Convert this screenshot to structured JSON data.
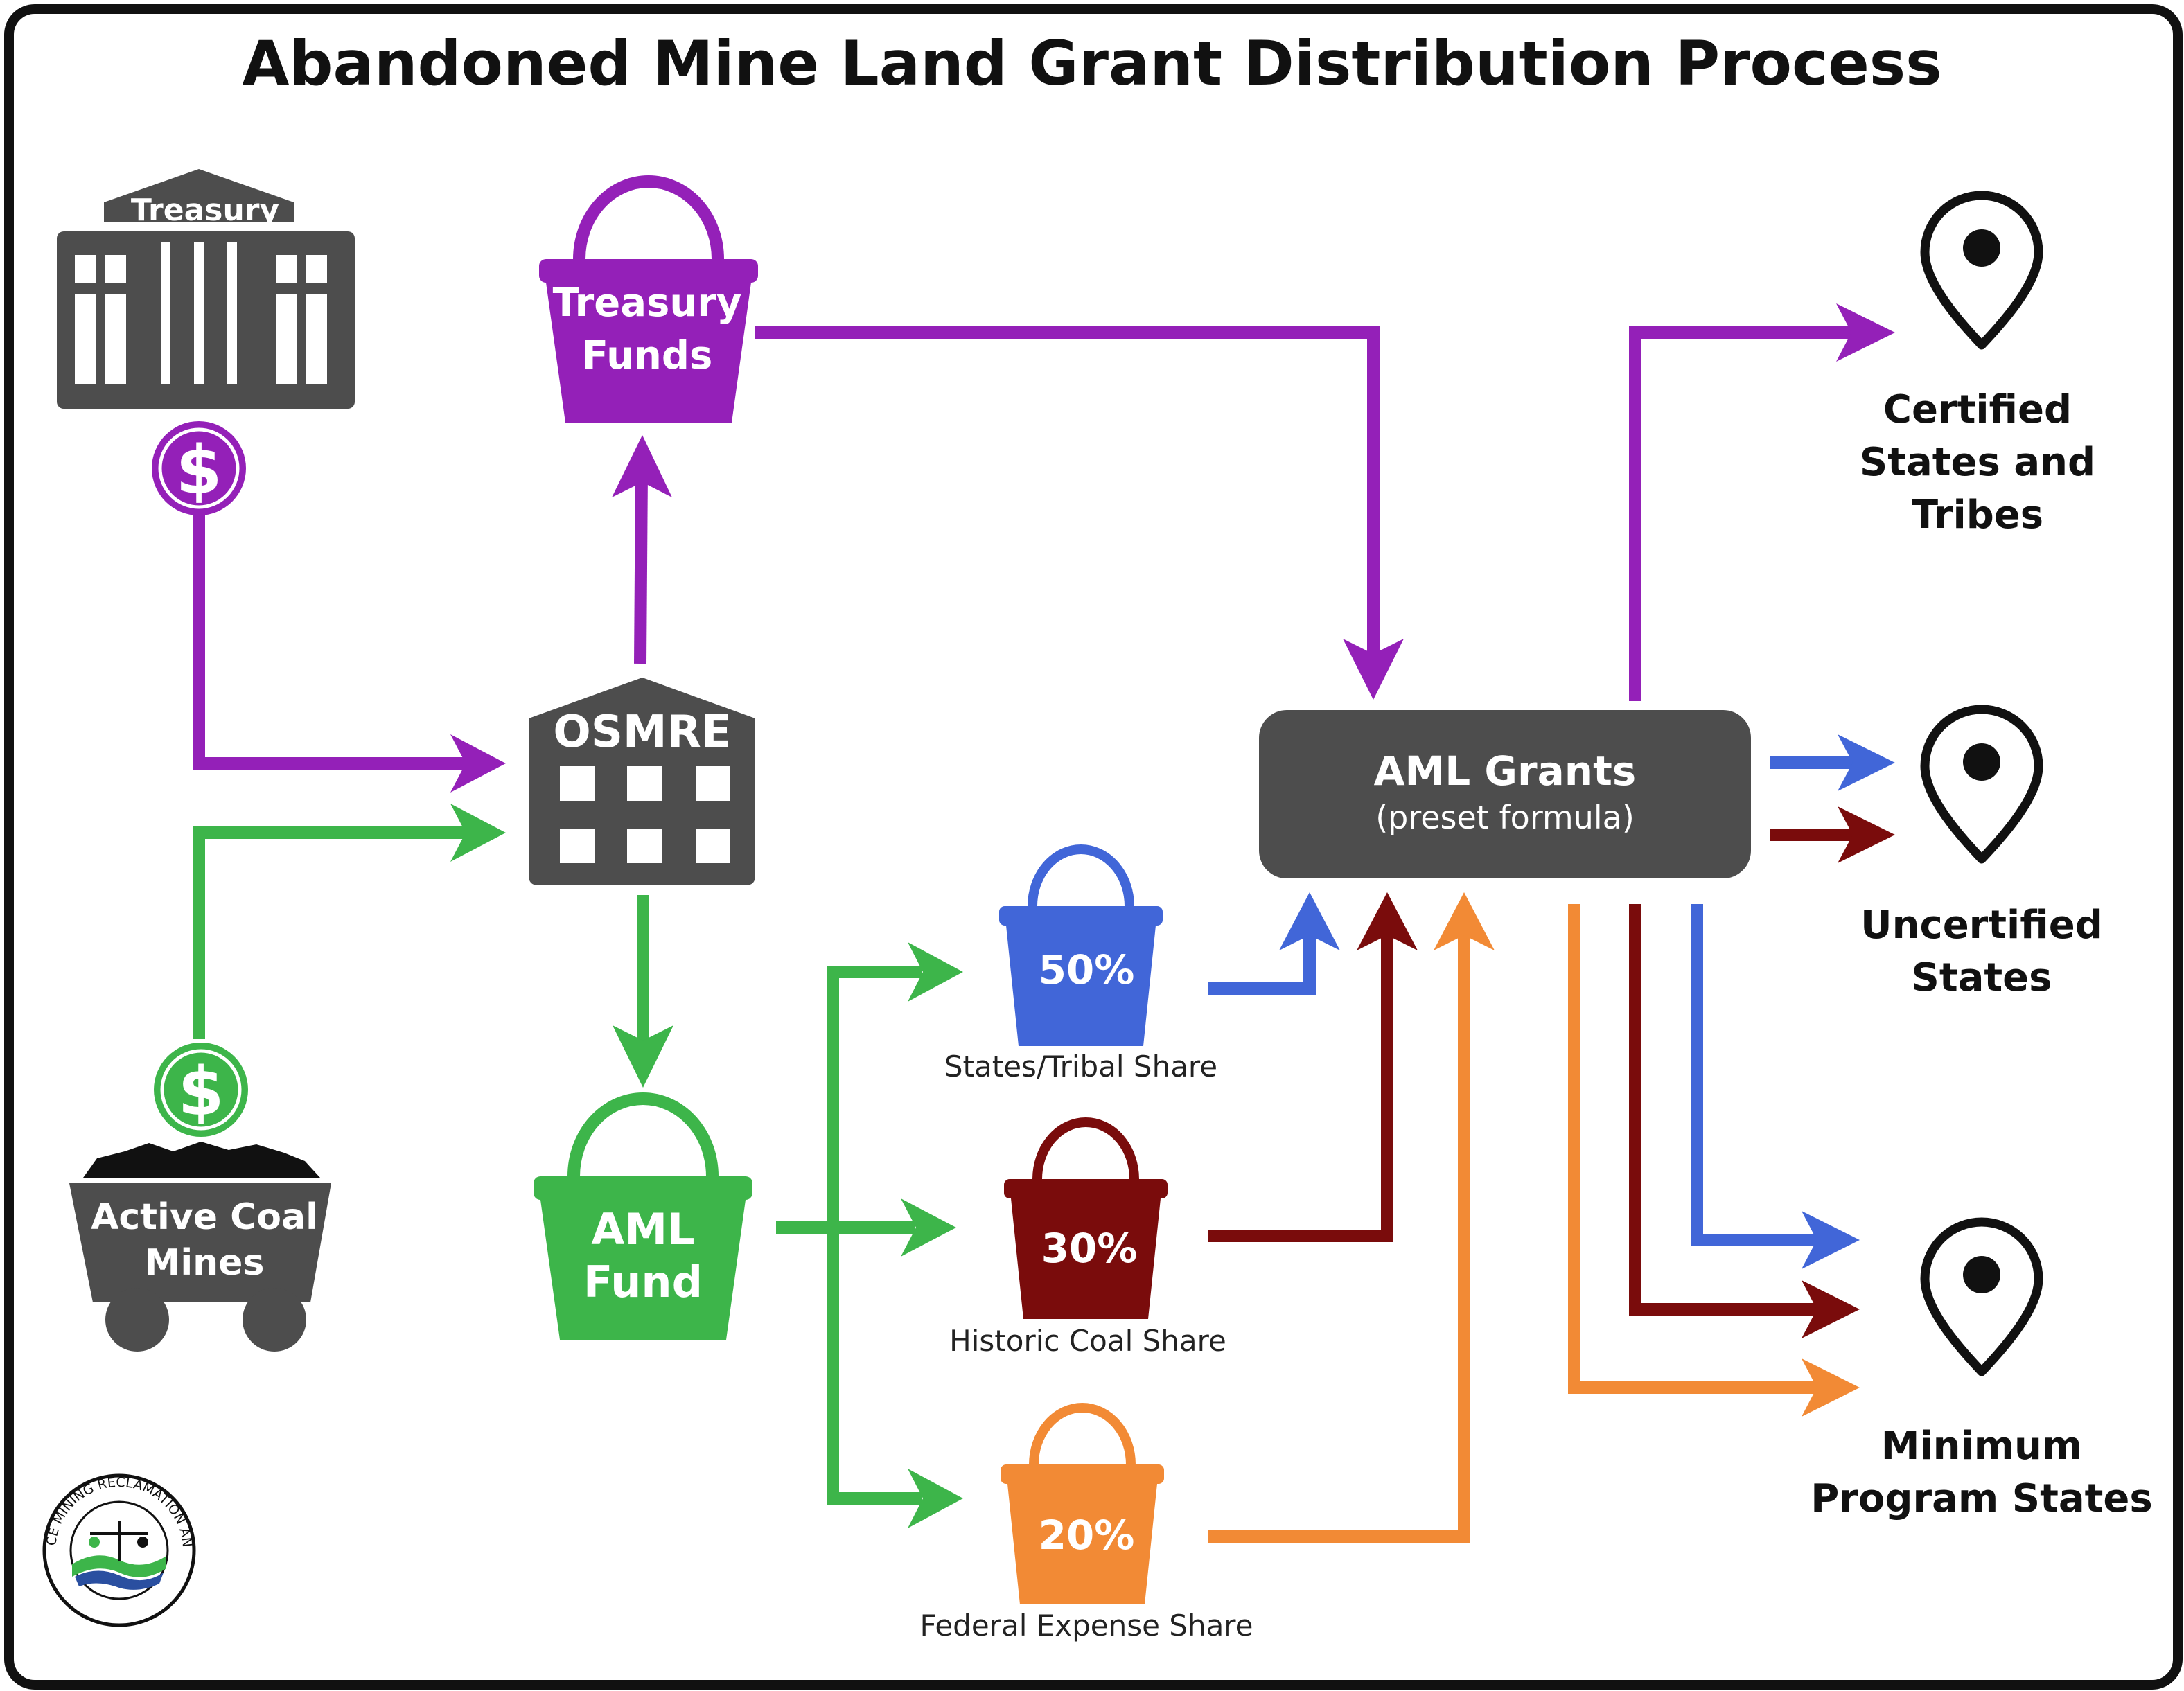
{
  "title": "Abandoned Mine Land Grant Distribution Process",
  "colors": {
    "purple": "#9420b8",
    "green": "#3db54a",
    "blue": "#4166d8",
    "dark_red": "#7a0c0c",
    "orange": "#f28a35",
    "gray": "#4d4d4d"
  },
  "nodes": {
    "treasury": {
      "label": "Treasury",
      "icon": "bank-building-icon"
    },
    "treasury_funds": {
      "line1": "Treasury",
      "line2": "Funds",
      "icon": "bucket-icon"
    },
    "osmre": {
      "label": "OSMRE",
      "icon": "office-building-icon"
    },
    "aml_fund": {
      "line1": "AML",
      "line2": "Fund",
      "icon": "bucket-icon"
    },
    "active_coal_mines": {
      "line1": "Active Coal",
      "line2": "Mines",
      "icon": "mine-cart-icon"
    },
    "dollar_symbol": "$",
    "aml_grants": {
      "title": "AML Grants",
      "subtitle": "(preset formula)"
    }
  },
  "shares": [
    {
      "percent": "50%",
      "label": "States/Tribal Share",
      "color": "#4166d8"
    },
    {
      "percent": "30%",
      "label": "Historic Coal Share",
      "color": "#7a0c0c"
    },
    {
      "percent": "20%",
      "label": "Federal Expense Share",
      "color": "#f28a35"
    }
  ],
  "destinations": [
    {
      "lines": [
        "Certified",
        "States and",
        "Tribes"
      ],
      "icon": "map-pin-icon"
    },
    {
      "lines": [
        "Uncertified",
        "States"
      ],
      "icon": "map-pin-icon"
    },
    {
      "lines": [
        "Minimum",
        "Program States"
      ],
      "icon": "map-pin-icon"
    }
  ],
  "seal": {
    "text": "OFFICE OF SURFACE MINING RECLAMATION AND ENFORCEMENT",
    "icon": "osmre-seal-icon"
  }
}
